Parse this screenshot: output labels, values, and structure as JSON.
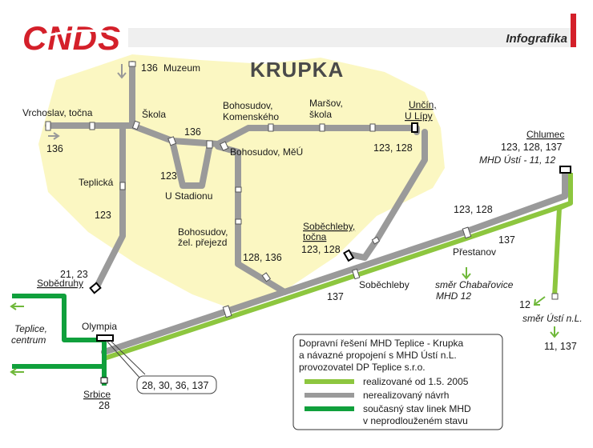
{
  "header": {
    "logo_text": "CNDS",
    "section_title": "Infografika"
  },
  "map": {
    "title": "KRUPKA",
    "labels": {
      "museum_route": "136",
      "museum": "Muzeum",
      "vrchoslav": "Vrchoslav, točna",
      "vrchoslav_route": "136",
      "skola": "Škola",
      "route_136_center": "136",
      "route_123_loop": "123",
      "u_stadionu": "U Stadionu",
      "bohosudov_komenskeho_1": "Bohosudov,",
      "bohosudov_komenskeho_2": "Komenského",
      "marsov_1": "Maršov,",
      "marsov_2": "škola",
      "uncin_1": "Unčín,",
      "uncin_2": "U Lípy",
      "bohosudov_meu": "Bohosudov, MěÚ",
      "route_123_128_uncin": "123, 128",
      "teplicka": "Teplická",
      "route_123_teplicka": "123",
      "bohosudov_zel_1": "Bohosudov,",
      "bohosudov_zel_2": "žel. přejezd",
      "route_128_136": "128, 136",
      "sobechleby_tocna_1": "Soběchleby,",
      "sobechleby_tocna_2": "točna",
      "route_123_128_sob": "123, 128",
      "sobechleby": "Soběchleby",
      "route_137_low": "137",
      "route_21_23": "21, 23",
      "sobedruhy": "Sobědruhy",
      "teplice_1": "Teplice,",
      "teplice_2": "centrum",
      "olympia": "Olympia",
      "olympia_routes": "28, 30, 36, 137",
      "srbice": "Srbice",
      "srbice_route": "28",
      "chlumec": "Chlumec",
      "chlumec_routes": "123, 128, 137",
      "mhd_usti": "MHD Ústí - 11, 12",
      "route_123_128_east": "123, 128",
      "route_137_east": "137",
      "prestanov": "Přestanov",
      "chabarovice_1": "směr Chabařovice",
      "chabarovice_2": "MHD 12",
      "route_12": "12",
      "usti_dir": "směr Ústí n.L.",
      "usti_routes": "11, 137"
    }
  },
  "legend": {
    "title_lines": [
      "Dopravní řešení MHD Teplice - Krupka",
      "a návazné propojení s MHD Ústí n.L.",
      "provozovatel DP Teplice s.r.o."
    ],
    "items": [
      {
        "label": "realizované od 1.5. 2005",
        "color": "#8dc63f"
      },
      {
        "label": "nerealizovaný návrh",
        "color": "#9a9a9a"
      },
      {
        "label": "současný stav linek MHD",
        "label2": "v neprodlouženém stavu",
        "color": "#10a03c"
      }
    ]
  },
  "colors": {
    "area": "#fbf7c2",
    "line_gray": "#9a9a9a",
    "line_lightgreen": "#8dc63f",
    "line_darkgreen": "#10a03c",
    "logo_red": "#d4202a",
    "arrow_green": "#6fb83a"
  }
}
